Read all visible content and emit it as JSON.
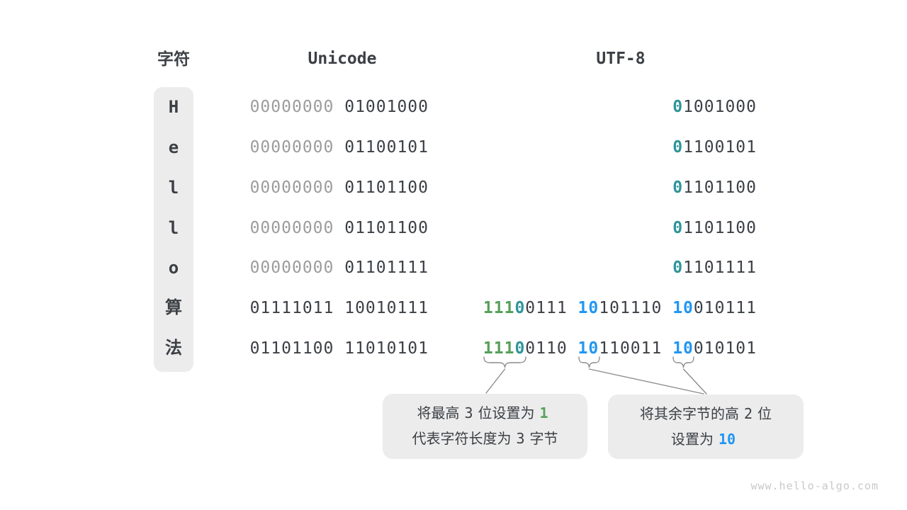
{
  "headers": {
    "char": "字符",
    "unicode": "Unicode",
    "utf8": "UTF-8"
  },
  "colors": {
    "dark": "#3c4045",
    "muted": "#9c9c9c",
    "green": "#57a05a",
    "teal": "#2e9599",
    "blue": "#2196f3",
    "line": "#8c8c8c"
  },
  "rows": [
    {
      "char": "H",
      "unicode": [
        [
          [
            "00000000",
            "muted"
          ]
        ],
        [
          [
            "01001000",
            "dark"
          ]
        ]
      ],
      "utf8": [
        [
          [
            "0",
            "teal"
          ],
          [
            "1001000",
            "dark"
          ]
        ]
      ]
    },
    {
      "char": "e",
      "unicode": [
        [
          [
            "00000000",
            "muted"
          ]
        ],
        [
          [
            "01100101",
            "dark"
          ]
        ]
      ],
      "utf8": [
        [
          [
            "0",
            "teal"
          ],
          [
            "1100101",
            "dark"
          ]
        ]
      ]
    },
    {
      "char": "l",
      "unicode": [
        [
          [
            "00000000",
            "muted"
          ]
        ],
        [
          [
            "01101100",
            "dark"
          ]
        ]
      ],
      "utf8": [
        [
          [
            "0",
            "teal"
          ],
          [
            "1101100",
            "dark"
          ]
        ]
      ]
    },
    {
      "char": "l",
      "unicode": [
        [
          [
            "00000000",
            "muted"
          ]
        ],
        [
          [
            "01101100",
            "dark"
          ]
        ]
      ],
      "utf8": [
        [
          [
            "0",
            "teal"
          ],
          [
            "1101100",
            "dark"
          ]
        ]
      ]
    },
    {
      "char": "o",
      "unicode": [
        [
          [
            "00000000",
            "muted"
          ]
        ],
        [
          [
            "01101111",
            "dark"
          ]
        ]
      ],
      "utf8": [
        [
          [
            "0",
            "teal"
          ],
          [
            "1101111",
            "dark"
          ]
        ]
      ]
    },
    {
      "char": "算",
      "unicode": [
        [
          [
            "01111011",
            "dark"
          ]
        ],
        [
          [
            "10010111",
            "dark"
          ]
        ]
      ],
      "utf8": [
        [
          [
            "111",
            "green"
          ],
          [
            "0",
            "teal"
          ],
          [
            "0111",
            "dark"
          ]
        ],
        [
          [
            "10",
            "blue"
          ],
          [
            "101110",
            "dark"
          ]
        ],
        [
          [
            "10",
            "blue"
          ],
          [
            "010111",
            "dark"
          ]
        ]
      ]
    },
    {
      "char": "法",
      "unicode": [
        [
          [
            "01101100",
            "dark"
          ]
        ],
        [
          [
            "11010101",
            "dark"
          ]
        ]
      ],
      "utf8": [
        [
          [
            "111",
            "green"
          ],
          [
            "0",
            "teal"
          ],
          [
            "0110",
            "dark"
          ]
        ],
        [
          [
            "10",
            "blue"
          ],
          [
            "110011",
            "dark"
          ]
        ],
        [
          [
            "10",
            "blue"
          ],
          [
            "010101",
            "dark"
          ]
        ]
      ]
    }
  ],
  "callouts": [
    {
      "lines": [
        [
          [
            "将最高",
            ""
          ],
          [
            "3",
            "num"
          ],
          [
            "位设置为",
            ""
          ],
          [
            "1",
            "num-green"
          ]
        ],
        [
          [
            "代表字符长度为",
            ""
          ],
          [
            "3",
            "num"
          ],
          [
            "字节",
            ""
          ]
        ]
      ]
    },
    {
      "lines": [
        [
          [
            "将其余字节的高",
            ""
          ],
          [
            "2",
            "num"
          ],
          [
            "位",
            ""
          ]
        ],
        [
          [
            "设置为",
            ""
          ],
          [
            "10",
            "num-blue"
          ]
        ]
      ]
    }
  ],
  "watermark": "www.hello-algo.com"
}
